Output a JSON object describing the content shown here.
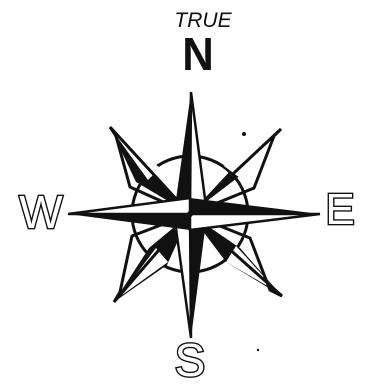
{
  "labels": {
    "true_north": "TRUE",
    "north": "N",
    "east": "E",
    "south": "S",
    "west": "W"
  },
  "colors": {
    "ink": "#111111",
    "paper": "#ffffff"
  }
}
